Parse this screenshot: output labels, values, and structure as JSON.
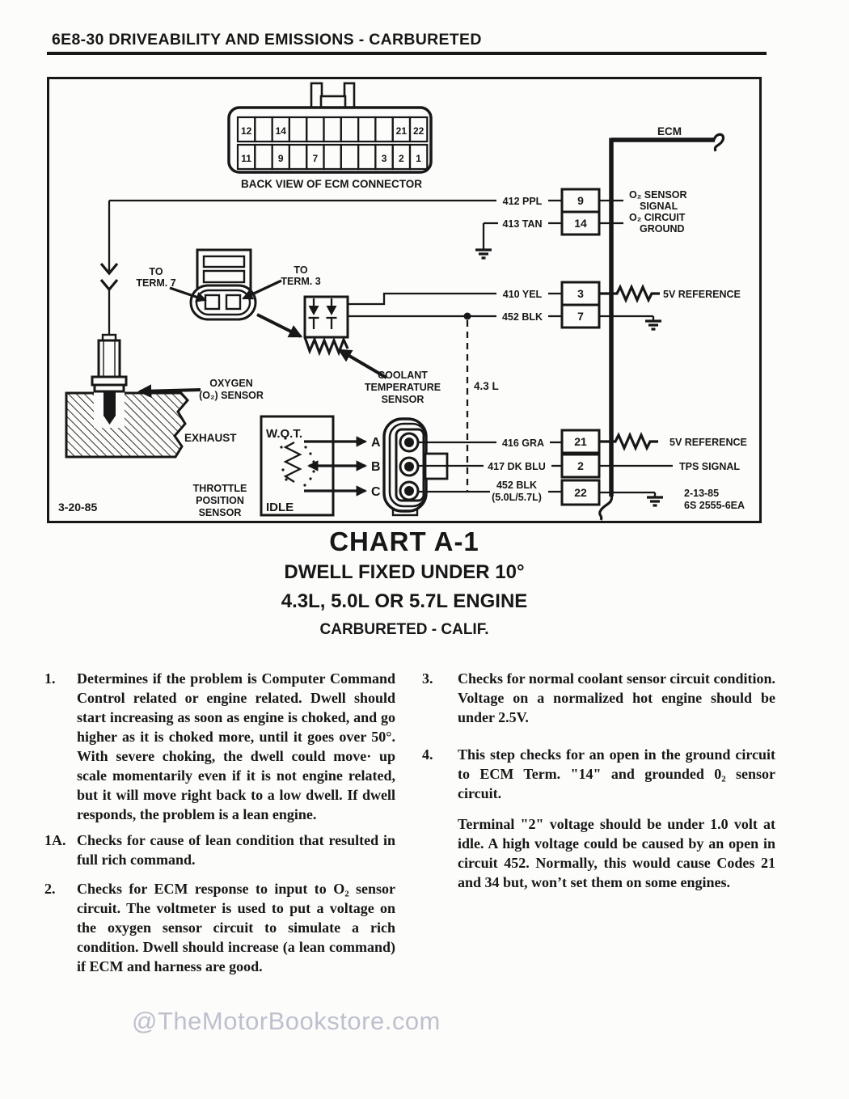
{
  "page": {
    "header": "6E8-30  DRIVEABILITY AND EMISSIONS - CARBURETED",
    "watermark": "@TheMotorBookstore.com"
  },
  "diagram": {
    "connector_caption": "BACK VIEW OF ECM CONNECTOR",
    "ecm_label": "ECM",
    "connector_top_row": [
      "12",
      "",
      "14",
      "",
      "",
      "",
      "",
      "",
      "",
      "21",
      "22"
    ],
    "connector_bottom_row": [
      "11",
      "",
      "9",
      "",
      "7",
      "",
      "",
      "",
      "3",
      "2",
      "1"
    ],
    "wires": {
      "w412": "412 PPL",
      "w413": "413 TAN",
      "w410": "410 YEL",
      "w452": "452 BLK",
      "w416": "416 GRA",
      "w417": "417 DK BLU",
      "w452b_1": "452 BLK",
      "w452b_2": "(5.0L/5.7L)"
    },
    "terminals": {
      "t9": "9",
      "t14": "14",
      "t3": "3",
      "t7": "7",
      "t21": "21",
      "t2": "2",
      "t22": "22"
    },
    "ecm_signals": {
      "o2_signal_1": "O₂ SENSOR",
      "o2_signal_2": "SIGNAL",
      "o2_ground_1": "O₂ CIRCUIT",
      "o2_ground_2": "GROUND",
      "ref5v_a": "5V REFERENCE",
      "ref5v_b": "5V REFERENCE",
      "tps_signal": "TPS SIGNAL"
    },
    "labels": {
      "to_term7_1": "TO",
      "to_term7_2": "TERM. 7",
      "to_term3_1": "TO",
      "to_term3_2": "TERM. 3",
      "coolant_1": "COOLANT",
      "coolant_2": "TEMPERATURE",
      "coolant_3": "SENSOR",
      "oxygen_1": "OXYGEN",
      "oxygen_2": "(O₂) SENSOR",
      "exhaust": "EXHAUST",
      "throttle_1": "THROTTLE",
      "throttle_2": "POSITION",
      "throttle_3": "SENSOR",
      "wot": "W.O.T.",
      "idle": "IDLE",
      "pin_a": "A",
      "pin_b": "B",
      "pin_c": "C",
      "l43": "4.3 L",
      "date_left": "3-20-85",
      "date_right": "2-13-85",
      "doc_num": "6S 2555-6EA"
    }
  },
  "title": {
    "line1": "CHART A-1",
    "line2": "DWELL FIXED UNDER 10°",
    "line3": "4.3L, 5.0L OR 5.7L ENGINE",
    "line4": "CARBURETED - CALIF."
  },
  "steps": {
    "left": [
      {
        "num": "1.",
        "text": "Determines if the problem is Computer Command Control related or engine related. Dwell should start increasing as soon as engine is choked, and go higher as it is choked more, until it goes over 50°. With severe choking, the dwell could move· up scale momentarily even if it is not engine related, but it will move right back to a low dwell. If dwell responds, the problem is a lean engine."
      },
      {
        "num": "1A.",
        "text": "Checks for cause of lean condition that resulted in full rich command."
      },
      {
        "num": "2.",
        "text": "Checks for ECM response to input to O₂ sensor circuit. The voltmeter is used to put a voltage on the oxygen sensor circuit to simulate a rich condition.  Dwell should increase (a lean command) if ECM and harness are good."
      }
    ],
    "right": [
      {
        "num": "3.",
        "text": "Checks for normal coolant sensor circuit condition. Voltage on a normalized hot engine should be under 2.5V."
      },
      {
        "num": "4.",
        "text": "This step checks for an open in the ground circuit to ECM Term. \"14\" and grounded 0₂ sensor circuit."
      },
      {
        "num": "",
        "text": "Terminal \"2\" voltage should be under 1.0 volt at idle. A high voltage could be caused by an open in circuit 452. Normally, this would cause Codes 21 and 34 but, won’t set them on some engines."
      }
    ]
  }
}
